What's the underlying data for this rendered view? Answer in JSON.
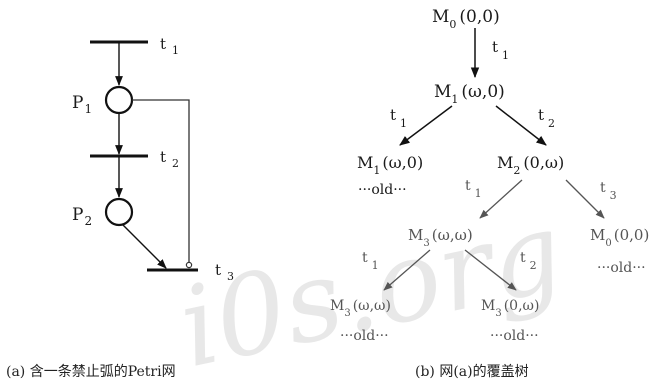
{
  "watermark": "i0s.org",
  "petri_net": {
    "places": [
      {
        "id": "P1",
        "main": "P",
        "sub": "1"
      },
      {
        "id": "P2",
        "main": "P",
        "sub": "2"
      }
    ],
    "transitions": [
      {
        "id": "t1",
        "main": "t",
        "sub": "1"
      },
      {
        "id": "t2",
        "main": "t",
        "sub": "2"
      },
      {
        "id": "t3",
        "main": "t",
        "sub": "3"
      }
    ],
    "caption": "(a) 含一条禁止弧的Petri网"
  },
  "coverage_tree": {
    "nodes": [
      {
        "id": "n0",
        "main": "M",
        "sub": "0",
        "marking": "(0,0)"
      },
      {
        "id": "n1",
        "main": "M",
        "sub": "1",
        "marking": "(ω,0)"
      },
      {
        "id": "n2",
        "main": "M",
        "sub": "1",
        "marking": "(ω,0)",
        "status": "···old···"
      },
      {
        "id": "n3",
        "main": "M",
        "sub": "2",
        "marking": "(0,ω)"
      },
      {
        "id": "n4",
        "main": "M",
        "sub": "3",
        "marking": "(ω,ω)"
      },
      {
        "id": "n5",
        "main": "M",
        "sub": "0",
        "marking": "(0,0)",
        "status": "···old···"
      },
      {
        "id": "n6",
        "main": "M",
        "sub": "3",
        "marking": "(ω,ω)",
        "status": "···old···"
      },
      {
        "id": "n7",
        "main": "M",
        "sub": "3",
        "marking": "(0,ω)",
        "status": "···old···"
      }
    ],
    "edges": [
      {
        "from": "n0",
        "to": "n1",
        "main": "t",
        "sub": "1"
      },
      {
        "from": "n1",
        "to": "n2",
        "main": "t",
        "sub": "1"
      },
      {
        "from": "n1",
        "to": "n3",
        "main": "t",
        "sub": "2"
      },
      {
        "from": "n3",
        "to": "n4",
        "main": "t",
        "sub": "1"
      },
      {
        "from": "n3",
        "to": "n5",
        "main": "t",
        "sub": "3"
      },
      {
        "from": "n4",
        "to": "n6",
        "main": "t",
        "sub": "1"
      },
      {
        "from": "n4",
        "to": "n7",
        "main": "t",
        "sub": "2"
      }
    ],
    "caption": "(b) 网(a)的覆盖树"
  }
}
